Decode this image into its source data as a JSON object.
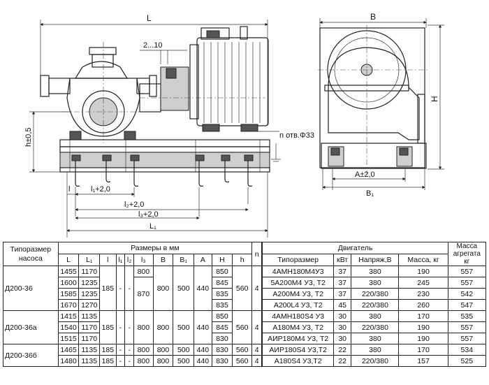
{
  "drawing": {
    "dim_L": "L",
    "dim_B": "B",
    "dim_H": "H",
    "dim_h": "h±0,5",
    "dim_gap": "2...10",
    "dim_hole": "n отв.Φ33",
    "dim_l": "l",
    "dim_l1": "l₁+2,0",
    "dim_l2": "l₂+2,0",
    "dim_l3": "l₃+2,0",
    "dim_L1": "L₁",
    "dim_A": "A±2,0",
    "dim_B1": "B₁"
  },
  "table": {
    "head": {
      "pump_size": "Типоразмер насоса",
      "sizes_mm": "Размеры в мм",
      "n": "n",
      "engine": "Двигатель",
      "mass_unit": "Масса агрегата кг",
      "cols": [
        "L",
        "L₁",
        "l",
        "l₁",
        "l₂",
        "l₃",
        "B",
        "B₁",
        "A",
        "H",
        "h"
      ],
      "engine_cols": [
        "Типоразмер",
        "кВт",
        "Напряж,В",
        "Масса, кг"
      ]
    },
    "groups": [
      {
        "pump": "Д200-36",
        "common": {
          "l": "185",
          "l1": "-",
          "l2": "-",
          "l3_top": "800",
          "l3_rest": "870",
          "B": "800",
          "B1": "500",
          "A": "440",
          "h": "560",
          "n": "4"
        },
        "rows": [
          {
            "L": "1455",
            "L1": "1170",
            "H": "850",
            "engine": "4АМН180М4У3",
            "kw": "37",
            "volt": "380",
            "emass": "190",
            "mass": "557"
          },
          {
            "L": "1600",
            "L1": "1235",
            "H": "845",
            "engine": "5А200М4 У3, Т2",
            "kw": "37",
            "volt": "380",
            "emass": "245",
            "mass": "557"
          },
          {
            "L": "1585",
            "L1": "1235",
            "H": "835",
            "engine": "А200М4 У3, Т2",
            "kw": "37",
            "volt": "220/380",
            "emass": "230",
            "mass": "542"
          },
          {
            "L": "1670",
            "L1": "1270",
            "H": "835",
            "engine": "А200L4 У3, Т2",
            "kw": "45",
            "volt": "220/380",
            "emass": "260",
            "mass": "547"
          }
        ]
      },
      {
        "pump": "Д200-36а",
        "common": {
          "l": "185",
          "l1": "-",
          "l2": "-",
          "l3": "800",
          "B": "800",
          "B1": "500",
          "A": "440",
          "h": "560",
          "n": "4"
        },
        "rows": [
          {
            "L": "1415",
            "L1": "1135",
            "H": "850",
            "engine": "4АМН180S4 У3",
            "kw": "30",
            "volt": "380",
            "emass": "170",
            "mass": "535"
          },
          {
            "L": "1540",
            "L1": "1170",
            "H": "845",
            "engine": "А180М4 У3, Т2",
            "kw": "30",
            "volt": "220/380",
            "emass": "190",
            "mass": "557"
          },
          {
            "L": "1515",
            "L1": "1170",
            "H": "830",
            "engine": "АИР180М4 У3, Т2",
            "kw": "30",
            "volt": "380",
            "emass": "190",
            "mass": "557"
          }
        ]
      },
      {
        "pump": "Д200-36б",
        "rows": [
          {
            "L": "1465",
            "L1": "1135",
            "l": "185",
            "l1": "-",
            "l2": "-",
            "l3": "800",
            "B": "800",
            "B1": "500",
            "A": "440",
            "H": "830",
            "h": "560",
            "n": "4",
            "engine": "АИР180S4 У3,Т2",
            "kw": "22",
            "volt": "380",
            "emass": "170",
            "mass": "534"
          },
          {
            "L": "1480",
            "L1": "1135",
            "l": "185",
            "l1": "-",
            "l2": "-",
            "l3": "800",
            "B": "800",
            "B1": "500",
            "A": "440",
            "H": "830",
            "h": "560",
            "n": "4",
            "engine": "А180S4 У3,Т2",
            "kw": "22",
            "volt": "220/380",
            "emass": "157",
            "mass": "525"
          }
        ]
      }
    ]
  }
}
